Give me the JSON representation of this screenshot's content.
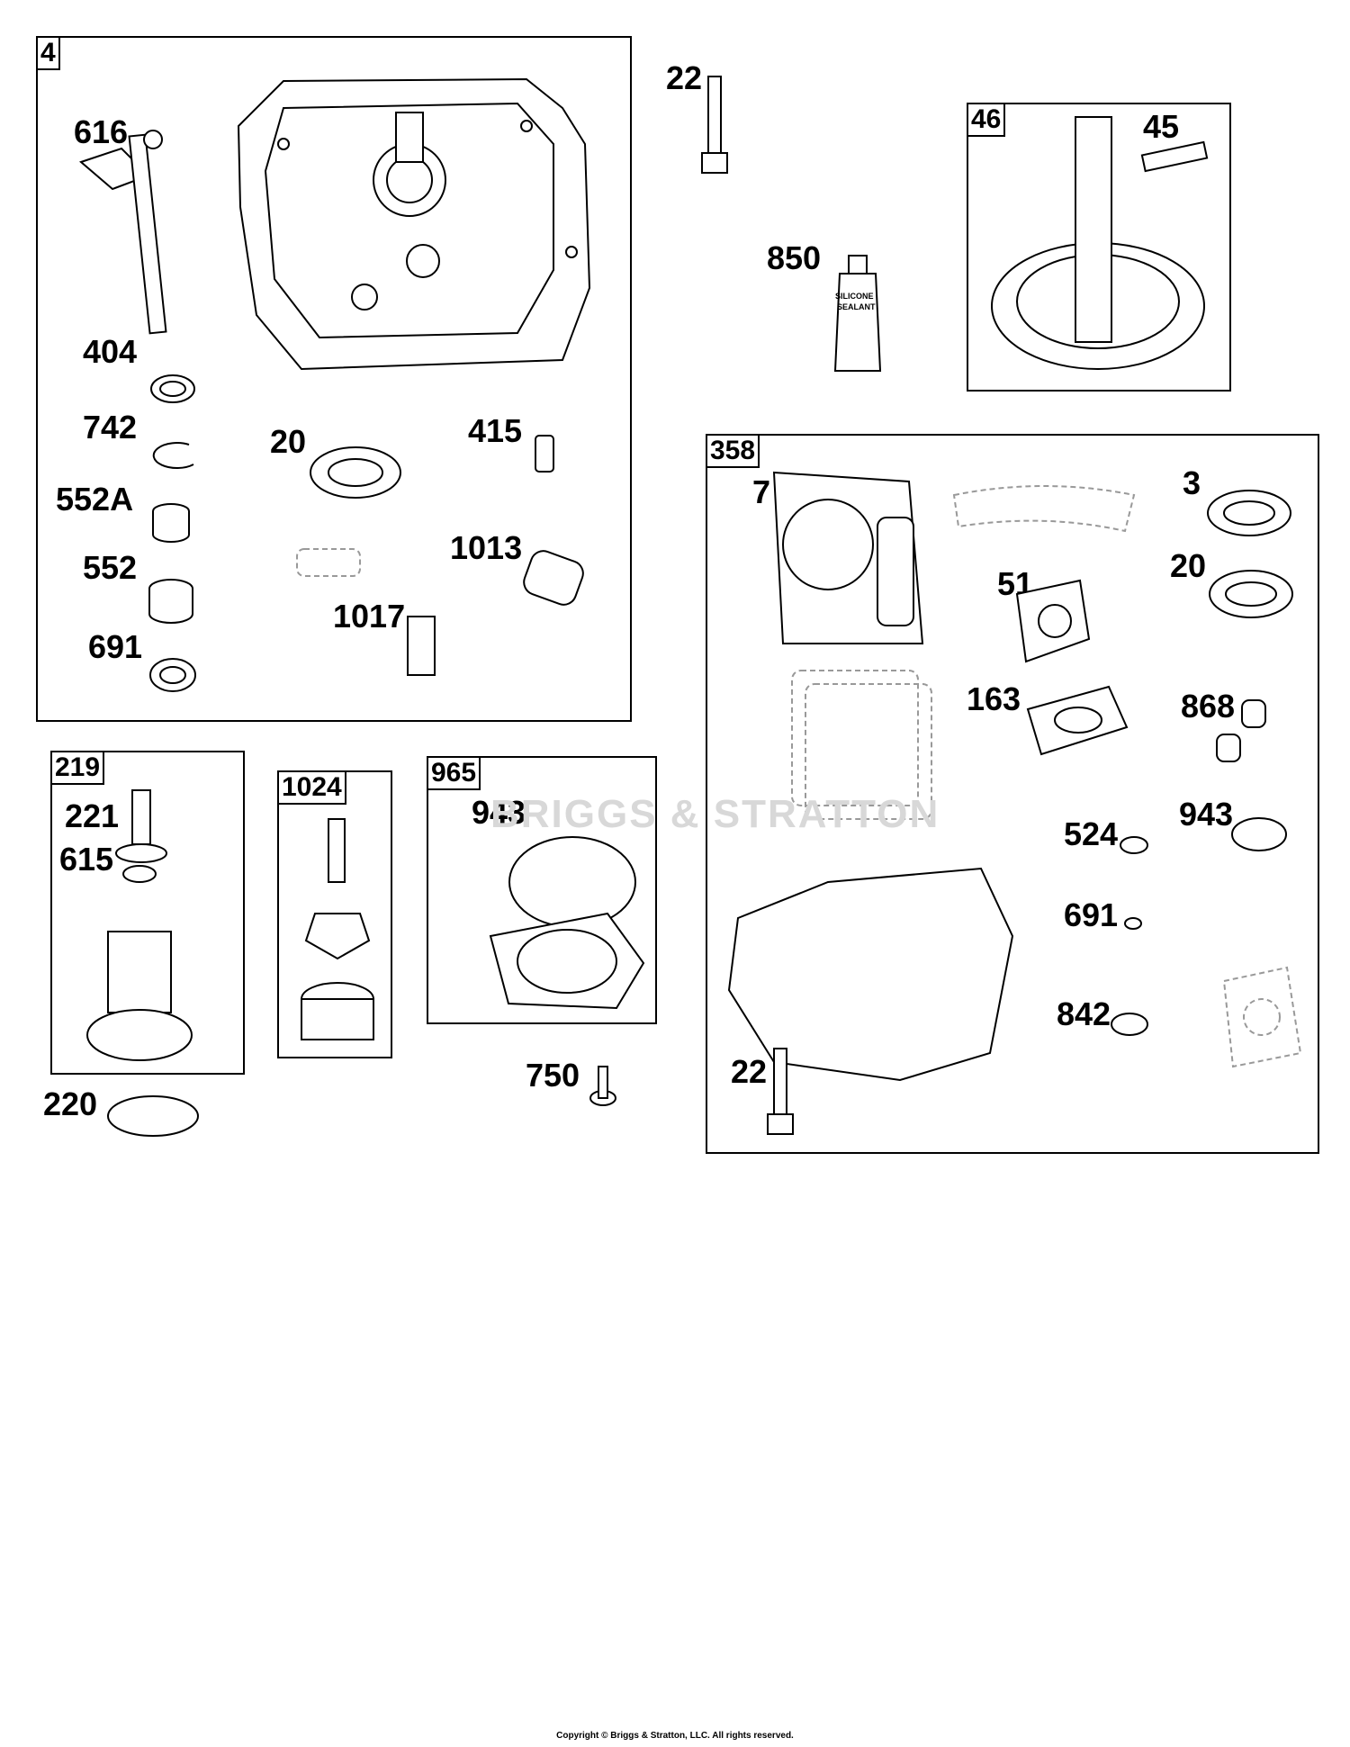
{
  "groups": {
    "g4": {
      "label": "4"
    },
    "g46": {
      "label": "46"
    },
    "g358": {
      "label": "358"
    },
    "g219": {
      "label": "219"
    },
    "g1024": {
      "label": "1024"
    },
    "g965": {
      "label": "965"
    }
  },
  "callouts": {
    "p616": "616",
    "p404": "404",
    "p742": "742",
    "p552a": "552A",
    "p552": "552",
    "p691a": "691",
    "p20a": "20",
    "p415": "415",
    "p1013": "1013",
    "p1017": "1017",
    "p22a": "22",
    "p850": "850",
    "p45": "45",
    "p7": "7",
    "p3": "3",
    "p20b": "20",
    "p51": "51",
    "p163": "163",
    "p868": "868",
    "p524": "524",
    "p943b": "943",
    "p691b": "691",
    "p842": "842",
    "p22b": "22",
    "p221": "221",
    "p615": "615",
    "p220": "220",
    "p943a": "943",
    "p750": "750"
  },
  "tube_text": [
    "SILICONE",
    "SEALANT"
  ],
  "watermark": "BRIGGS & STRATTON",
  "footer": "Copyright © Briggs & Stratton, LLC. All rights reserved."
}
